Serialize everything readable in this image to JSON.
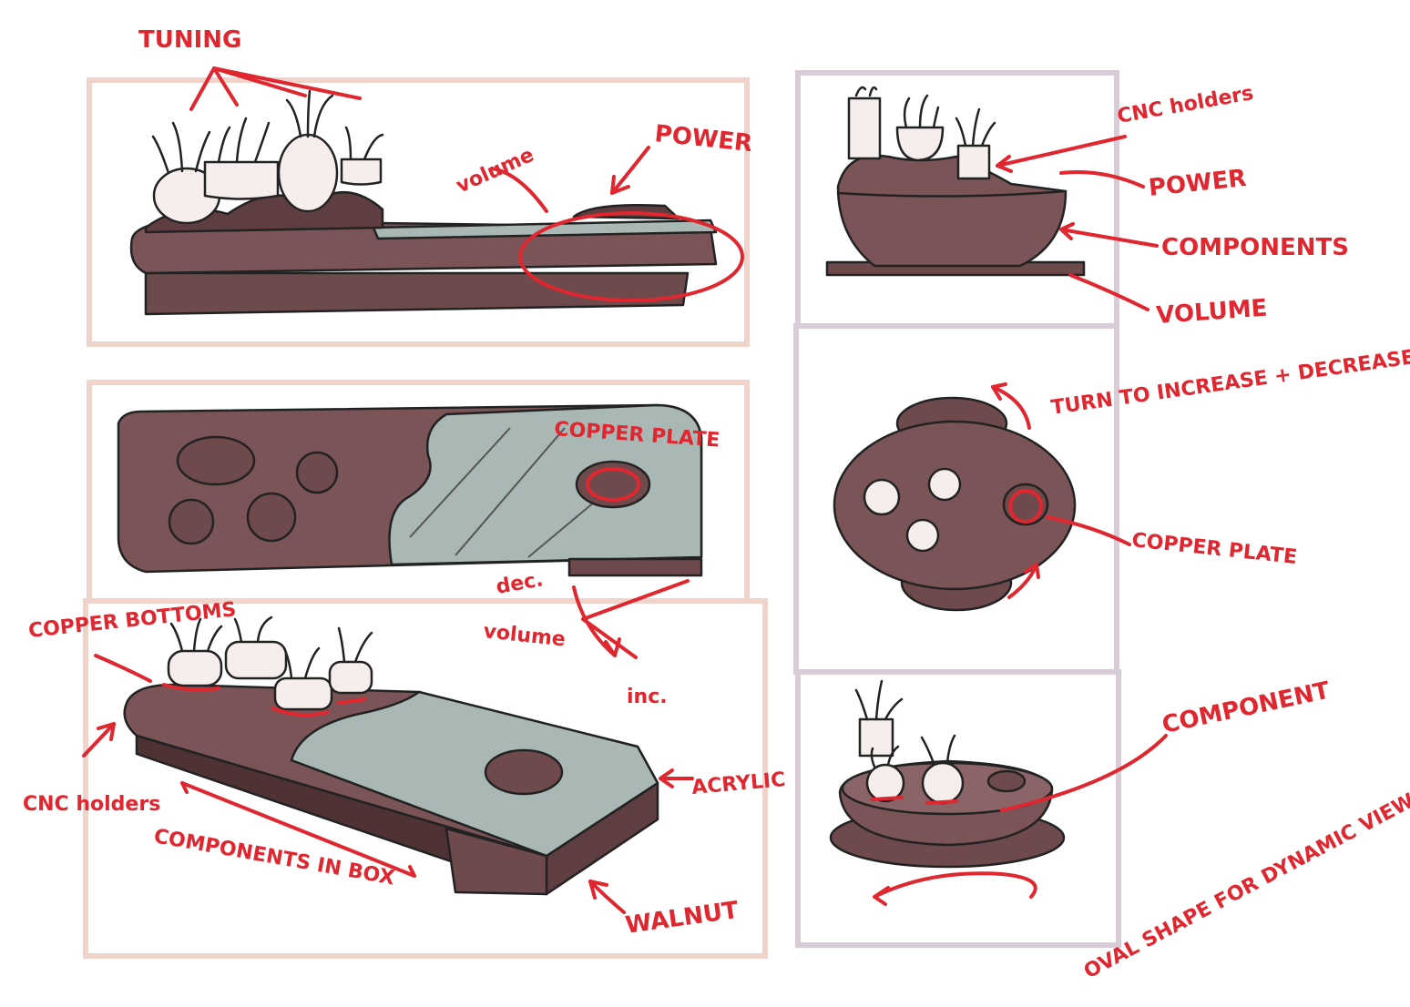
{
  "labels": {
    "tuning": "TUNING",
    "volume_top": "volume",
    "power_top": "POWER",
    "copper_plate_top": "COPPER PLATE",
    "dec": "dec.",
    "volume_mid": "volume",
    "inc": "inc.",
    "copper_bottoms": "COPPER BOTTOMS",
    "cnc_holders_left": "CNC holders",
    "components_in_box": "COMPONENTS IN BOX",
    "acrylic": "ACRYLIC",
    "walnut": "WALNUT",
    "cnc_holders_right": "CNC holders",
    "power_right": "POWER",
    "components_right": "COMPONENTS",
    "volume_right": "VOLUME",
    "turn_to_increase_decrease": "TURN TO INCREASE + DECREASE",
    "copper_plate_right": "COPPER PLATE",
    "component_right": "COMPONENT",
    "oval_shape_note": "OVAL SHAPE FOR DYNAMIC VIEW OF VOLUME TUNING"
  },
  "colors": {
    "annotation_red": "#e0262f",
    "walnut": "#6e4a4c",
    "walnut_dark": "#4e3234",
    "acrylic": "#a9b8b5",
    "pot_white": "#f6eeec",
    "frame_left": "#f0d4cc",
    "frame_right": "#d8ccd8"
  }
}
